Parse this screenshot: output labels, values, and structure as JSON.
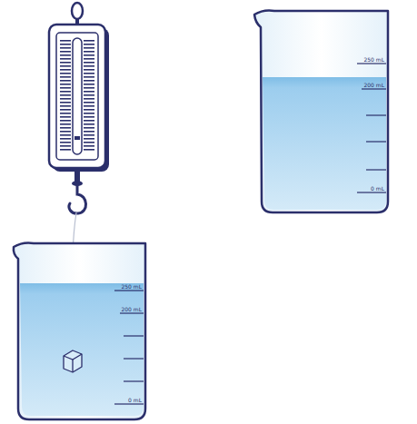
{
  "diagram": {
    "labels": [
      "250 mL",
      "200 mL",
      "0 mL",
      "250 mL",
      "200 mL",
      "0 mL"
    ]
  }
}
